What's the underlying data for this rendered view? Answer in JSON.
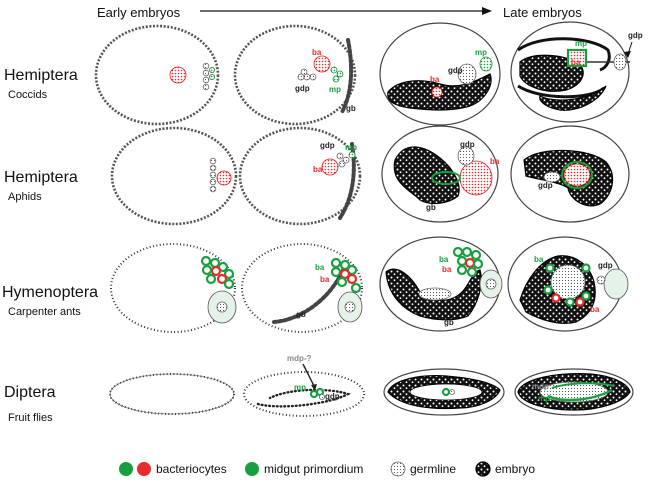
{
  "header": {
    "early": "Early embryos",
    "late": "Late embryos"
  },
  "rows": [
    {
      "order": "Hemiptera",
      "common": "Coccids"
    },
    {
      "order": "Hemiptera",
      "common": "Aphids"
    },
    {
      "order": "Hymenoptera",
      "common": "Carpenter ants"
    },
    {
      "order": "Diptera",
      "common": "Fruit flies"
    }
  ],
  "labels": {
    "ba": "ba",
    "mp": "mp",
    "gdp": "gdp",
    "gb": "gb",
    "mdp_q": "mdp-?",
    "mdp": "mdp"
  },
  "legend": {
    "bacteriocytes": "bacteriocytes",
    "midgut": "midgut primordium",
    "germline": "germline",
    "embryo": "embryo"
  },
  "colors": {
    "bacteriocyte_green": "#18a040",
    "bacteriocyte_red": "#e52b2b",
    "label_green": "#18a040",
    "label_red": "#e52b2b",
    "label_gray": "#888888"
  }
}
